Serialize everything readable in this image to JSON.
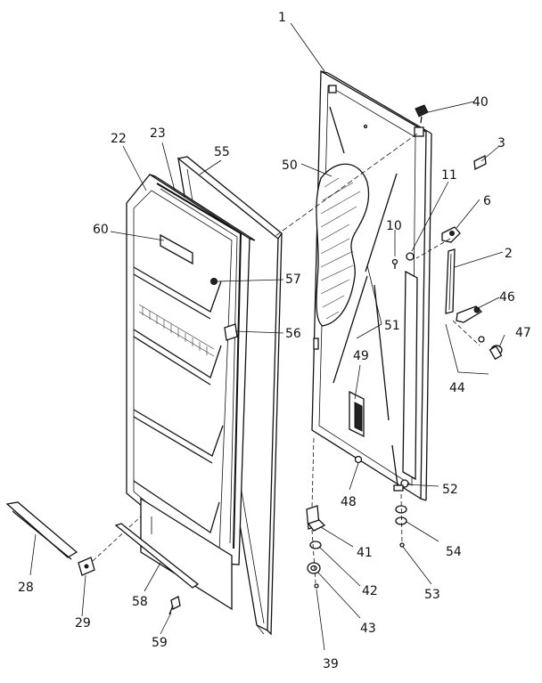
{
  "callouts": [
    "1",
    "40",
    "3",
    "11",
    "6",
    "50",
    "10",
    "2",
    "46",
    "47",
    "44",
    "51",
    "49",
    "52",
    "48",
    "41",
    "54",
    "42",
    "53",
    "43",
    "39",
    "22",
    "23",
    "55",
    "60",
    "57",
    "56",
    "28",
    "29",
    "58",
    "59"
  ]
}
